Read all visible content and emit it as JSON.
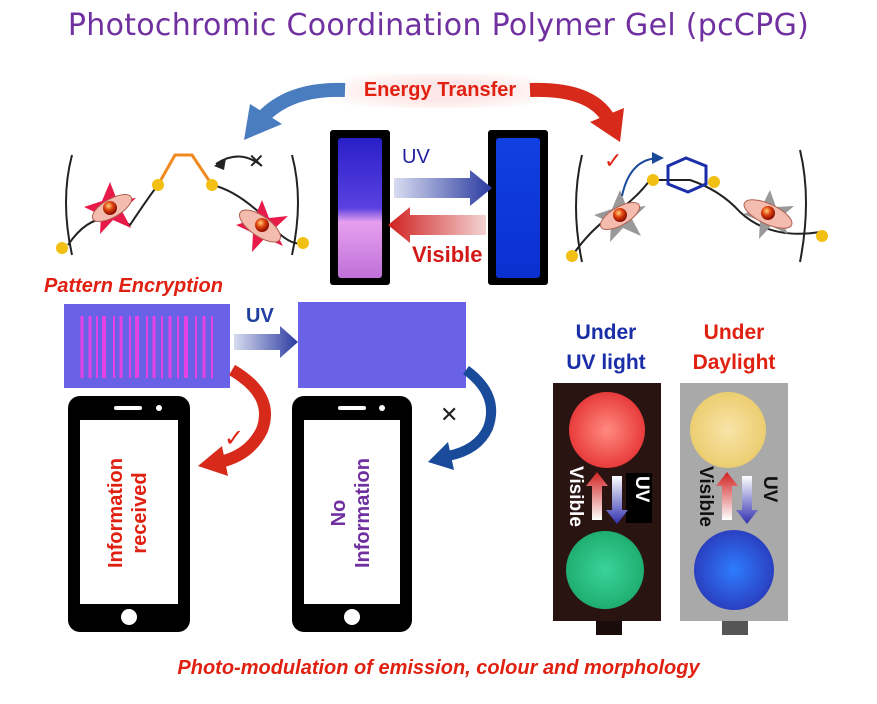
{
  "title": "Photochromic Coordination Polymer Gel (pcCPG)",
  "energy_transfer": "Energy Transfer",
  "switch": {
    "uv_label": "UV",
    "visible_label": "Visible"
  },
  "encryption": {
    "label": "Pattern Encryption",
    "uv_label": "UV"
  },
  "phones": [
    {
      "text": "Information\nreceived",
      "color": "#e02010",
      "mark": "✓"
    },
    {
      "text": "No\nInformation",
      "color": "#7030a0",
      "mark": "✕"
    }
  ],
  "panels": {
    "uv": {
      "title_line1": "Under",
      "title_line2": "UV light",
      "color": "#1a2ea8",
      "up_label": "Visible",
      "down_label": "UV"
    },
    "day": {
      "title_line1": "Under",
      "title_line2": "Daylight",
      "color": "#e02010",
      "up_label": "Visible",
      "down_label": "UV"
    }
  },
  "marks": {
    "cross": "✕",
    "check": "✓"
  },
  "footer": "Photo-modulation  of emission, colour and  morphology",
  "colors": {
    "title": "#7030a0",
    "accent_red": "#e02010",
    "accent_blue": "#1f3f9f"
  }
}
